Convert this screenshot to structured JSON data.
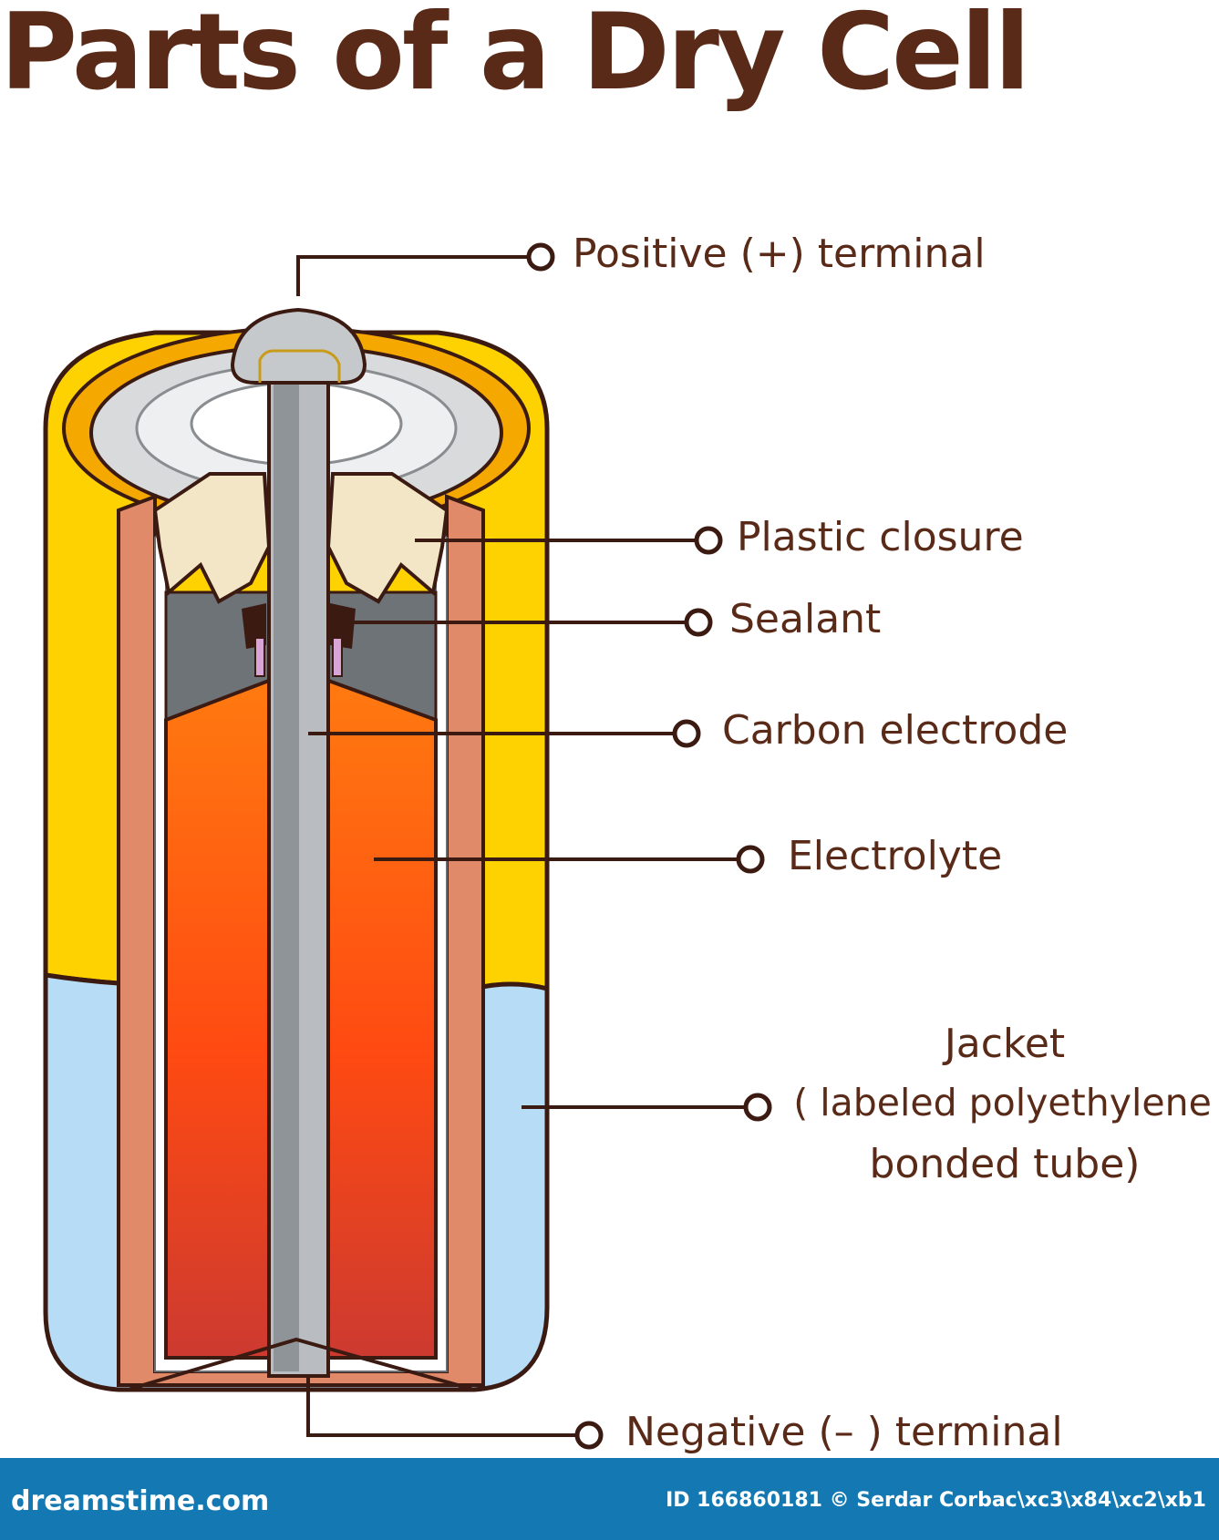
{
  "title": "Parts of a Dry Cell",
  "labels": {
    "positive_terminal": "Positive (+) terminal",
    "plastic_closure": "Plastic closure",
    "sealant": "Sealant",
    "carbon_electrode": "Carbon electrode",
    "electrolyte": "Electrolyte",
    "jacket_line1": "Jacket",
    "jacket_line2": "( labeled polyethylene",
    "jacket_line3": "bonded tube)",
    "negative_terminal": "Negative (– ) terminal"
  },
  "footer": {
    "brand": "dreamstime.com",
    "credit": "ID 166860181 © Serdar Corbac\\xc3\\x84\\xc2\\xb1"
  },
  "colors": {
    "text": "#5a2a18",
    "jacket_yellow": "#fdd200",
    "jacket_blue": "#b7dcf5",
    "electrolyte_orange": "#ff6a00",
    "electrolyte_red": "#d63a2a",
    "carbon_grey": "#8f9499",
    "footer_blue": "#1479b2"
  }
}
